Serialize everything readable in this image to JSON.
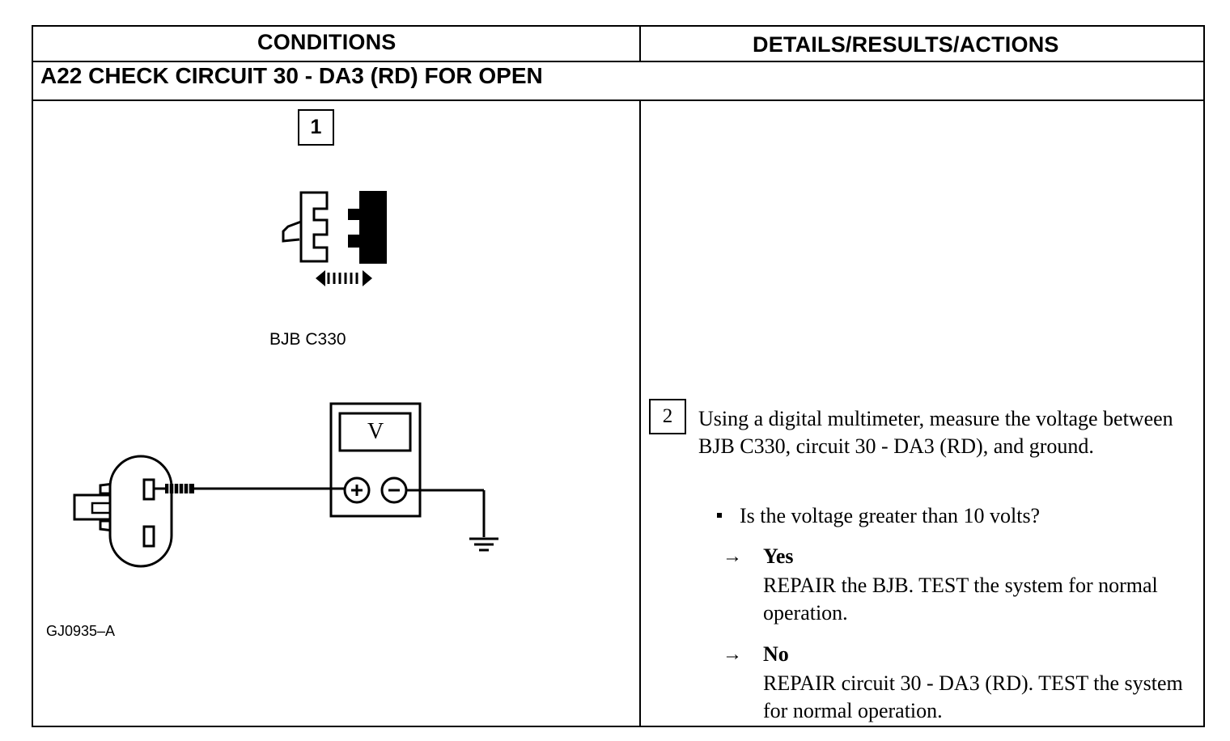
{
  "header": {
    "conditions": "CONDITIONS",
    "details": "DETAILS/RESULTS/ACTIONS"
  },
  "test_title": "A22 CHECK CIRCUIT 30 - DA3 (RD) FOR OPEN",
  "conditions": {
    "step1_number": "1",
    "connector_label": "BJB C330",
    "meter_label": "V",
    "figure_id": "GJ0935–A"
  },
  "details": {
    "step2_number": "2",
    "instruction": "Using a digital multimeter, measure the voltage between BJB C330, circuit 30 - DA3 (RD), and ground.",
    "question": "Is the voltage greater than 10 volts?",
    "results": [
      {
        "arrow": "→",
        "answer": "Yes",
        "action": "REPAIR the BJB. TEST the system for normal operation."
      },
      {
        "arrow": "→",
        "answer": "No",
        "action": "REPAIR circuit 30 - DA3 (RD). TEST the system for normal operation."
      }
    ]
  }
}
